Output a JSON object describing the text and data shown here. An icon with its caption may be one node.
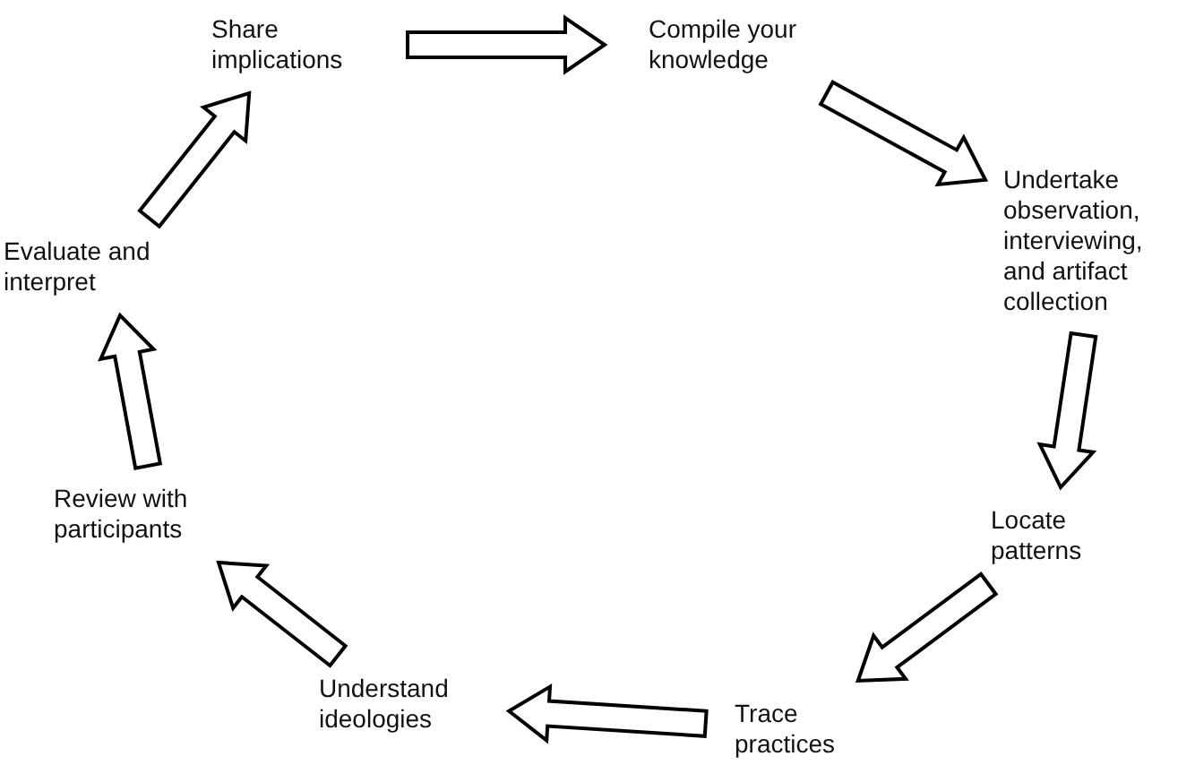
{
  "diagram": {
    "nodes": [
      {
        "text": [
          "Share implications"
        ]
      },
      {
        "text": [
          "Compile your knowledge"
        ]
      },
      {
        "text": [
          "Undertake observation, interviewing, and artifact collection"
        ]
      },
      {
        "text": [
          "Locate patterns"
        ]
      },
      {
        "text": [
          "Trace practices"
        ]
      },
      {
        "text": [
          "Understand ideologies"
        ]
      },
      {
        "text": [
          "Review with participants"
        ]
      },
      {
        "text": [
          "Evaluate and interpret"
        ]
      }
    ],
    "edges": [
      {
        "from": 0,
        "to": 1,
        "arrow": "to"
      },
      {
        "from": 1,
        "to": 2,
        "arrow": "to"
      },
      {
        "from": 2,
        "to": 3,
        "arrow": "to"
      },
      {
        "from": 3,
        "to": 4,
        "arrow": "to"
      },
      {
        "from": 4,
        "to": 5,
        "arrow": "to"
      },
      {
        "from": 5,
        "to": 6,
        "arrow": "to"
      },
      {
        "from": 6,
        "to": 7,
        "arrow": "to"
      },
      {
        "from": 7,
        "to": 0,
        "arrow": "to"
      }
    ]
  }
}
